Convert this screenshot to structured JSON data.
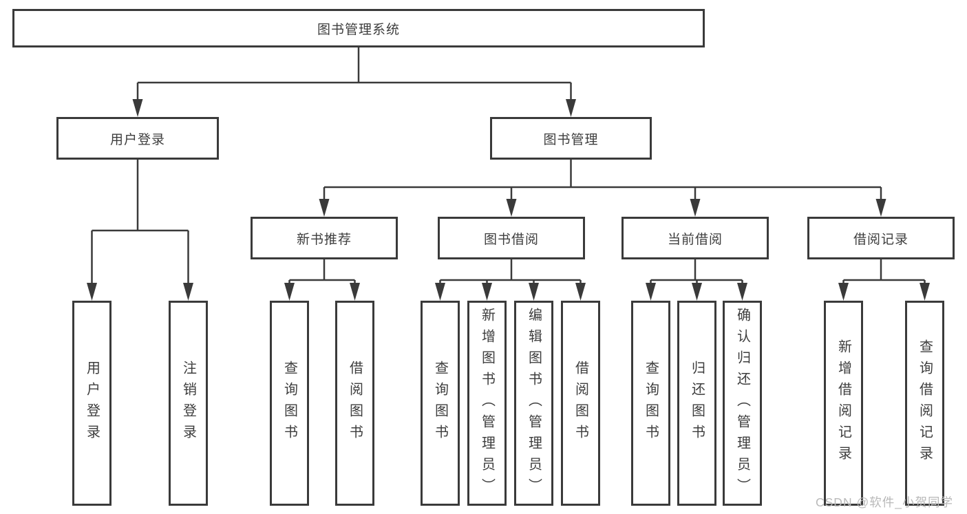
{
  "diagram": {
    "type": "hierarchy-function-structure",
    "colors": {
      "line": "#3a3a3a",
      "text": "#3d3d3d",
      "watermark": "#b9b9b9",
      "background": "#ffffff"
    },
    "nodes": {
      "root": "图书管理系统",
      "level2": {
        "user_login": "用户登录",
        "book_management": "图书管理"
      },
      "level3": {
        "new_book": "新书推荐",
        "book_borrow": "图书借阅",
        "current_borrow": "当前借阅",
        "borrow_record": "借阅记录"
      },
      "leaves": {
        "user_login": [
          "用户登录",
          "注销登录"
        ],
        "new_book": [
          "查询图书",
          "借阅图书"
        ],
        "book_borrow": [
          "查询图书",
          "新增图书（管理员）",
          "编辑图书（管理员）",
          "借阅图书"
        ],
        "current_borrow": [
          "查询图书",
          "归还图书",
          "确认归还（管理员）"
        ],
        "borrow_record": [
          "新增借阅记录",
          "查询借阅记录"
        ]
      }
    },
    "watermark": "CSDN @软件_小贺同学"
  }
}
